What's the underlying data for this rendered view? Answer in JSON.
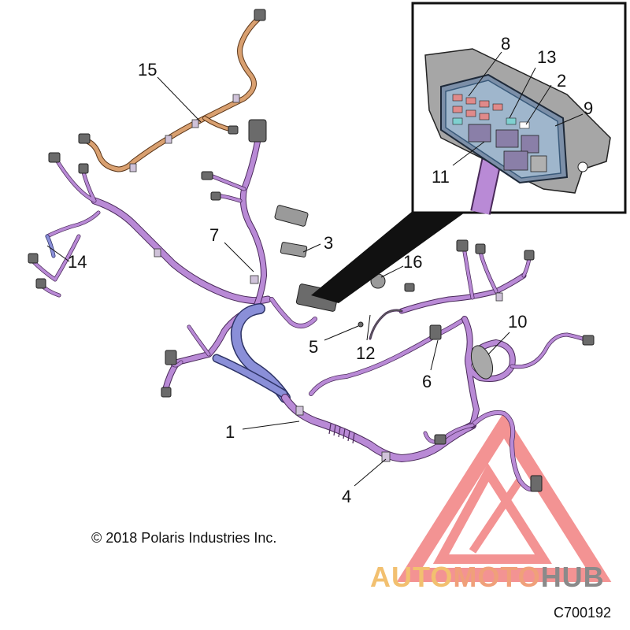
{
  "callouts": {
    "c1": "1",
    "c2": "2",
    "c3": "3",
    "c4": "4",
    "c5": "5",
    "c6": "6",
    "c7": "7",
    "c8": "8",
    "c9": "9",
    "c10": "10",
    "c11": "11",
    "c12": "12",
    "c13": "13",
    "c14": "14",
    "c15": "15",
    "c16": "16"
  },
  "copyright": "© 2018 Polaris Industries Inc.",
  "diagram_code": "C700192",
  "watermark": {
    "auto": "AUTO",
    "moto": "MOTO",
    "hub": "HUB",
    "colors": {
      "auto": "#f2c070",
      "moto": "#f0a07a",
      "hub": "#8a8a8a",
      "triangle": "#f07070"
    }
  },
  "colors": {
    "harness": "#b98ad6",
    "harness_edge": "#4a2a5a",
    "blue_harness": "#8a8fd8",
    "orange_harness": "#d9a070",
    "connector": "#6b6b6b",
    "inset_border": "#111111",
    "inset_panel": "#a6a6a6"
  }
}
